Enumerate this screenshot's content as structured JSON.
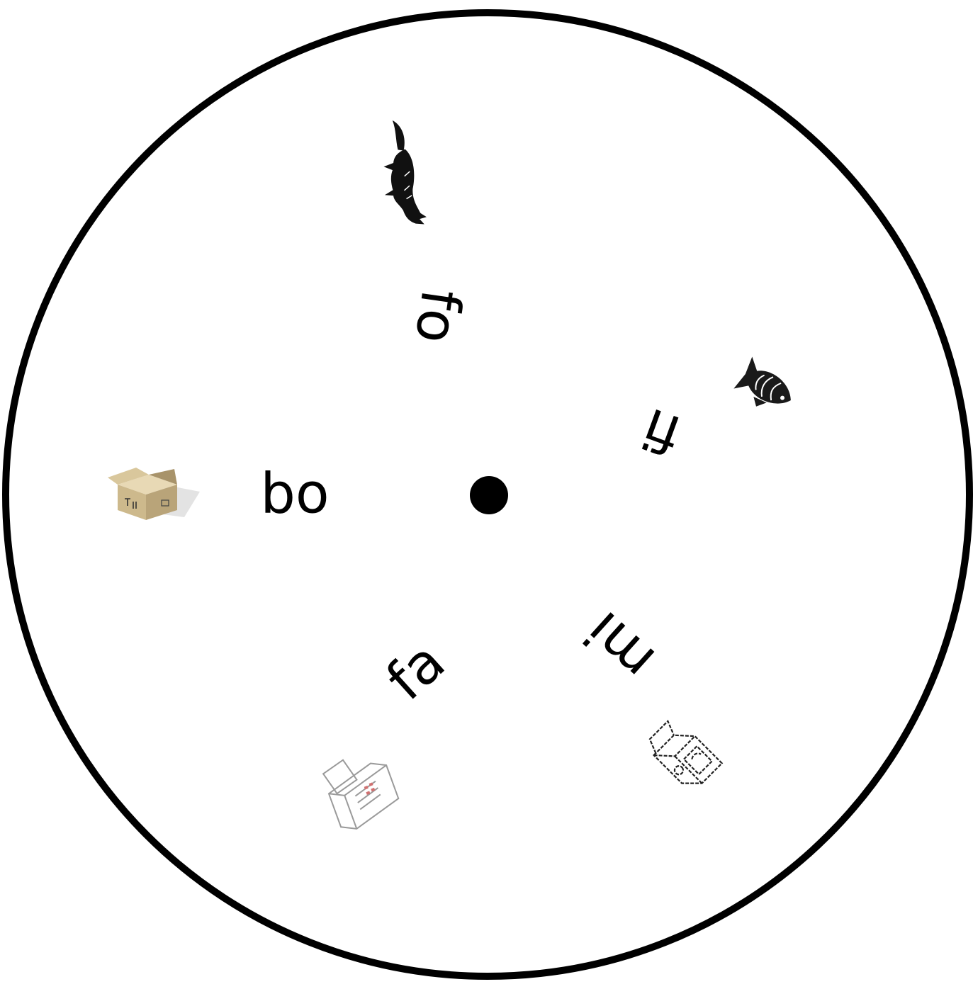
{
  "colors": {
    "background": "#ffffff",
    "stroke": "#000000",
    "box_light": "#e8d9b5",
    "box_mid": "#cdb98c",
    "box_dark": "#a8936a"
  },
  "syllables": [
    {
      "id": "fo",
      "text": "fo"
    },
    {
      "id": "fi",
      "text": "fi"
    },
    {
      "id": "mi",
      "text": "mi"
    },
    {
      "id": "fa",
      "text": "fa"
    },
    {
      "id": "bo",
      "text": "bo"
    }
  ],
  "pictures": [
    {
      "id": "fox",
      "icon": "fox-icon"
    },
    {
      "id": "fish",
      "icon": "fish-icon"
    },
    {
      "id": "milk",
      "icon": "milk-carton-icon"
    },
    {
      "id": "fax",
      "icon": "fax-machine-icon"
    },
    {
      "id": "box",
      "icon": "box-icon"
    }
  ]
}
